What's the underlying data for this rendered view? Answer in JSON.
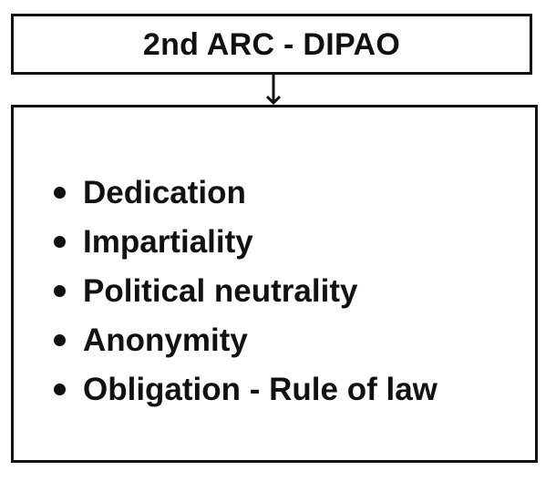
{
  "title": "2nd ARC - DIPAO",
  "items": [
    {
      "label": "Dedication"
    },
    {
      "label": "Impartiality"
    },
    {
      "label": "Political neutrality"
    },
    {
      "label": "Anonymity"
    },
    {
      "label": "Obligation - Rule of law"
    }
  ],
  "colors": {
    "stroke": "#111111",
    "background": "#ffffff"
  },
  "icons": {
    "connector": "arrow-down-icon",
    "bullet": "bullet-dot-icon"
  }
}
